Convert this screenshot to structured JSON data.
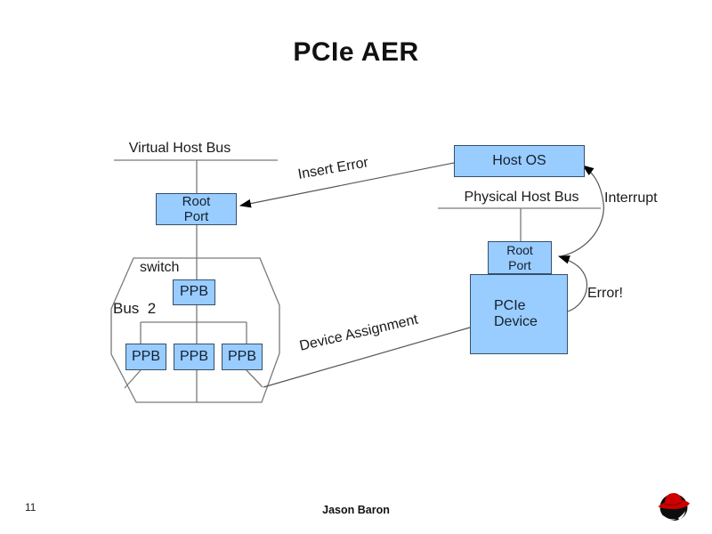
{
  "slide": {
    "title": "PCIe AER",
    "page_number": "11",
    "author": "Jason Baron"
  },
  "diagram": {
    "virtual_host_bus_label": "Virtual Host Bus",
    "physical_host_bus_label": "Physical Host Bus",
    "switch_label": "switch",
    "bus2_label": "Bus  2",
    "boxes": {
      "root_port_left": "Root\nPort",
      "top_ppb": "PPB",
      "ppb_left": "PPB",
      "ppb_mid": "PPB",
      "ppb_right": "PPB",
      "host_os": "Host OS",
      "root_port_right": "Root\nPort",
      "pcie_device": "PCIe\nDevice"
    },
    "arrow_labels": {
      "insert_error": "Insert Error",
      "interrupt": "Interrupt",
      "error": "Error!",
      "device_assignment": "Device Assignment"
    },
    "colors": {
      "box_fill": "#99ccff",
      "box_border": "#35506b",
      "line": "#7a7a7a",
      "arrowhead": "#000000",
      "text": "#1a1a1a",
      "logo_red": "#cc0000",
      "logo_black": "#0d0d0d"
    },
    "icons": [
      "redhat-logo-icon"
    ]
  }
}
